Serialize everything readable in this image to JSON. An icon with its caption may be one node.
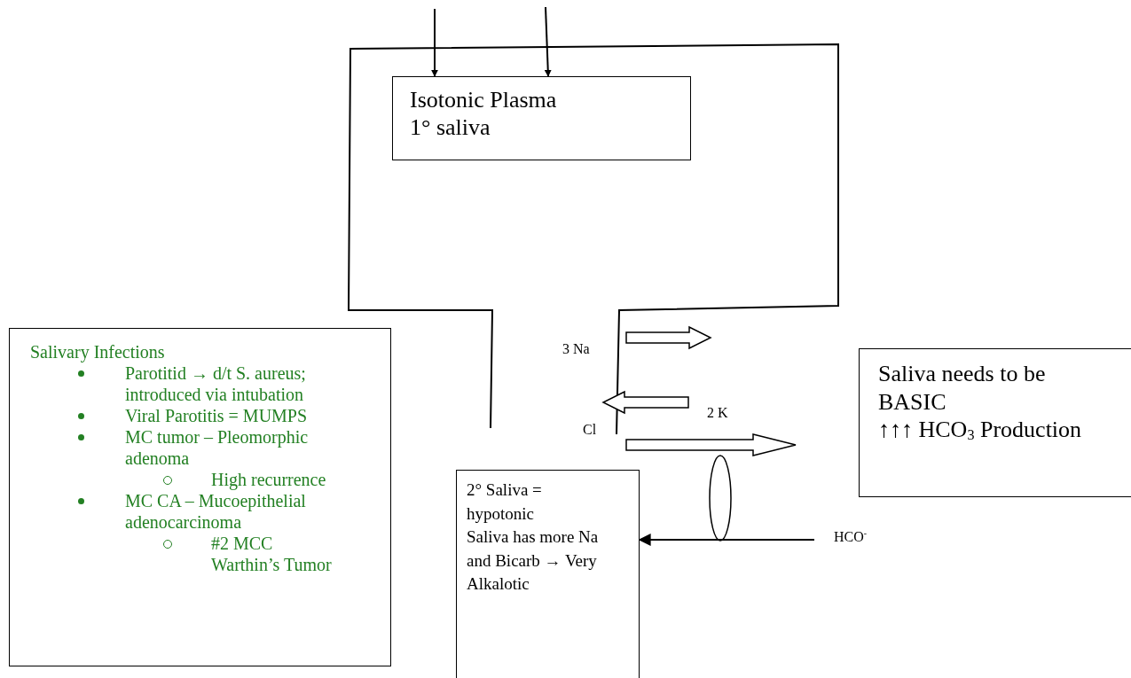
{
  "diagram": {
    "nodes": [
      {
        "text": [
          "Isotonic Plasma",
          "1° saliva"
        ]
      },
      {
        "text": [
          "Salivary Infections",
          "Parotitid → d/t S. aureus; introduced via intubation",
          "Viral Parotitis = MUMPS",
          "MC tumor – Pleomorphic adenoma",
          "High recurrence",
          "MC CA – Mucoepithelial adenocarcinoma",
          "#2 MCC Warthin’s Tumor"
        ]
      },
      {
        "text": [
          "2° Saliva = hypotonic",
          "Saliva has more Na and Bicarb → Very Alkalotic"
        ]
      },
      {
        "text": [
          "Saliva needs to be BASIC",
          "↑↑↑ HCO$_{3}$ Production"
        ]
      },
      {
        "text": [
          "HCO$^{-}$"
        ]
      },
      {
        "text": [],
        "shape": "ellipse"
      }
    ],
    "edges": [
      {
        "from": null,
        "to": 0,
        "arrow": "to"
      },
      {
        "from": null,
        "to": 0,
        "arrow": "to"
      },
      {
        "from": 4,
        "to": 2,
        "arrow": "to"
      }
    ],
    "labels": [
      "3 Na",
      "2 K",
      "Cl"
    ]
  }
}
